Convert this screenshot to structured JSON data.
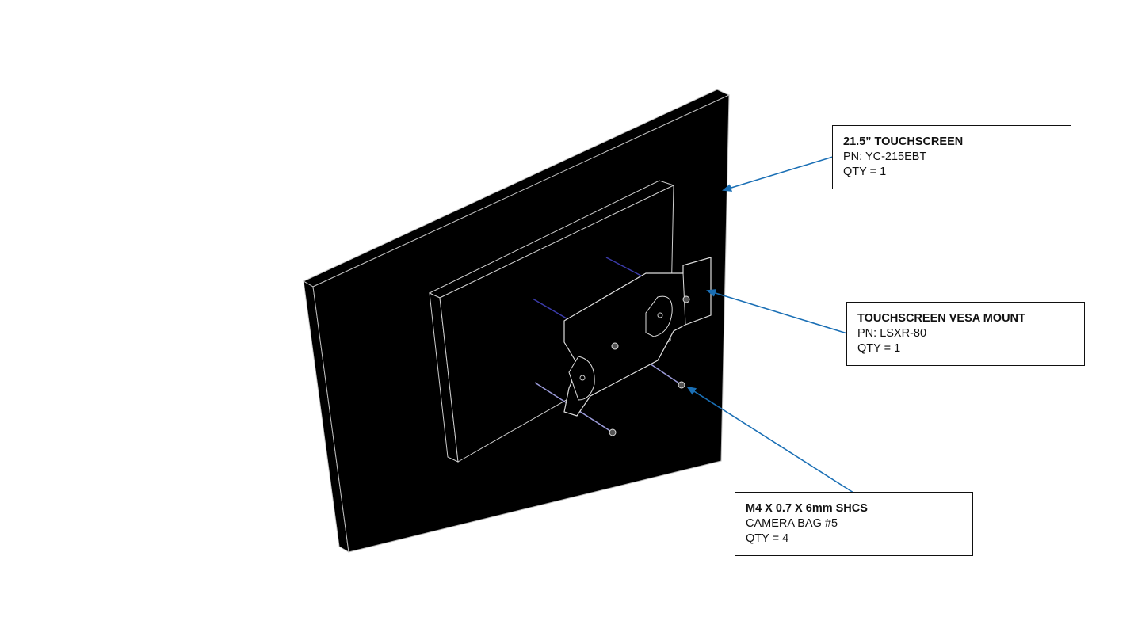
{
  "callouts": [
    {
      "title": "21.5” TOUCHSCREEN",
      "line1": "PN: YC-215EBT",
      "line2": "QTY = 1"
    },
    {
      "title": "TOUCHSCREEN VESA MOUNT",
      "line1": "PN: LSXR-80",
      "line2": "QTY = 1"
    },
    {
      "title": "M4 X 0.7 X 6mm SHCS",
      "line1": "CAMERA BAG #5",
      "line2": "QTY = 4"
    }
  ],
  "colors": {
    "arrow": "#1a6fb5",
    "body": "#000000",
    "outline": "#d0d0d0",
    "screw_axis": "#3a3aa0"
  }
}
